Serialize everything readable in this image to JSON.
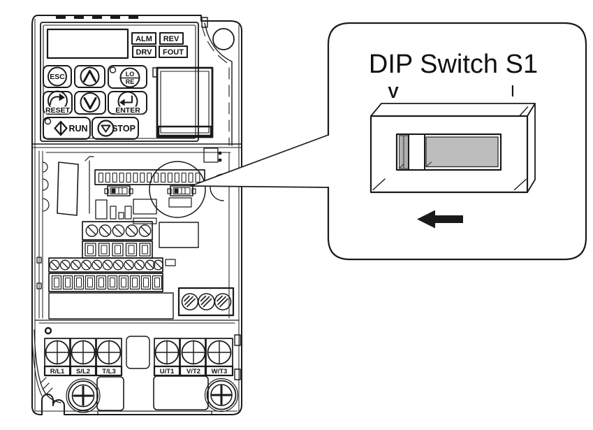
{
  "illustration": {
    "description": "Drive front view with DIP switch location callout"
  },
  "keypad": {
    "indicators": [
      "ALM",
      "REV",
      "DRV",
      "FOUT"
    ],
    "buttons": {
      "esc": "ESC",
      "lo": "LO",
      "re": "RE",
      "reset": "RESET",
      "enter": "ENTER",
      "run": "RUN",
      "stop": "STOP"
    }
  },
  "terminals": {
    "labels": [
      "R/L1",
      "S/L2",
      "T/L3",
      "U/T1",
      "V/T2",
      "W/T3"
    ]
  },
  "callout": {
    "title": "DIP Switch S1",
    "voltage_label": "V",
    "current_label": "I"
  },
  "colors": {
    "line": "#1a1a1a",
    "groove_gray": "#bdbdbd",
    "strip_gray": "#b0b0b0"
  }
}
